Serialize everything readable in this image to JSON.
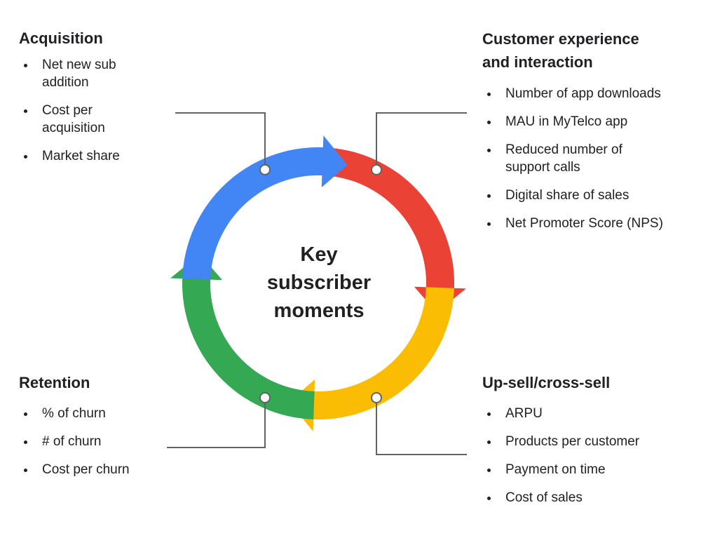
{
  "center": {
    "line1": "Key",
    "line2": "subscriber",
    "line3": "moments"
  },
  "sections": {
    "acquisition": {
      "title": "Acquisition",
      "items": [
        "Net new sub",
        "addition",
        "Cost per",
        "acquisition",
        "Market share"
      ]
    },
    "customer_experience": {
      "title_line1": "Customer experience",
      "title_line2": "and interaction",
      "items": [
        "Number of app downloads",
        "MAU in MyTelco app",
        "Reduced number of",
        "support calls",
        "Digital share of sales",
        "Net Promoter Score (NPS)"
      ]
    },
    "retention": {
      "title": "Retention",
      "items": [
        "% of churn",
        "# of churn",
        "Cost per churn"
      ]
    },
    "upsell": {
      "title": "Up-sell/cross-sell",
      "items": [
        "ARPU",
        "Products per customer",
        "Payment on time",
        "Cost of sales"
      ]
    }
  },
  "colors": {
    "blue": "#4285F4",
    "red": "#EA4335",
    "yellow": "#FBBC04",
    "green": "#34A853",
    "connector": "#5F6368"
  }
}
